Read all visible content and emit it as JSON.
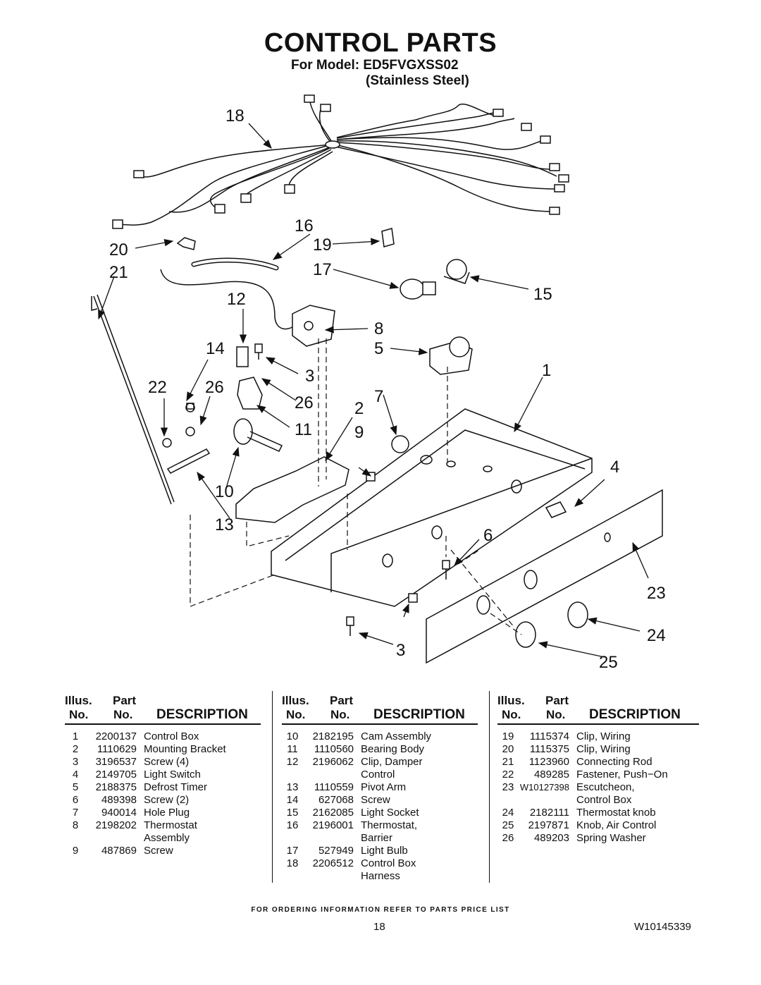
{
  "title": "CONTROL PARTS",
  "model_line": "For Model: ED5FVGXSS02",
  "model_finish": "(Stainless Steel)",
  "callouts": [
    "18",
    "16",
    "20",
    "19",
    "21",
    "17",
    "15",
    "12",
    "8",
    "14",
    "5",
    "3",
    "1",
    "22",
    "26",
    "7",
    "26",
    "2",
    "11",
    "9",
    "4",
    "10",
    "13",
    "6",
    "23",
    "24",
    "3",
    "25"
  ],
  "table": {
    "header": {
      "illus": "Illus.",
      "part": "Part",
      "no1": "No.",
      "no2": "No.",
      "description": "DESCRIPTION"
    },
    "columns": [
      [
        {
          "no": "1",
          "part": "2200137",
          "desc": "Control Box"
        },
        {
          "no": "2",
          "part": "1110629",
          "desc": "Mounting Bracket"
        },
        {
          "no": "3",
          "part": "3196537",
          "desc": "Screw (4)"
        },
        {
          "no": "4",
          "part": "2149705",
          "desc": "Light Switch"
        },
        {
          "no": "5",
          "part": "2188375",
          "desc": "Defrost Timer"
        },
        {
          "no": "6",
          "part": "489398",
          "desc": "Screw (2)"
        },
        {
          "no": "7",
          "part": "940014",
          "desc": "Hole Plug"
        },
        {
          "no": "8",
          "part": "2198202",
          "desc": "Thermostat"
        },
        {
          "no": "",
          "part": "",
          "desc": "Assembly"
        },
        {
          "no": "9",
          "part": "487869",
          "desc": "Screw"
        }
      ],
      [
        {
          "no": "10",
          "part": "2182195",
          "desc": "Cam Assembly"
        },
        {
          "no": "11",
          "part": "1110560",
          "desc": "Bearing Body"
        },
        {
          "no": "12",
          "part": "2196062",
          "desc": "Clip, Damper"
        },
        {
          "no": "",
          "part": "",
          "desc": "Control"
        },
        {
          "no": "13",
          "part": "1110559",
          "desc": "Pivot Arm"
        },
        {
          "no": "14",
          "part": "627068",
          "desc": "Screw"
        },
        {
          "no": "15",
          "part": "2162085",
          "desc": "Light Socket"
        },
        {
          "no": "16",
          "part": "2196001",
          "desc": "Thermostat,"
        },
        {
          "no": "",
          "part": "",
          "desc": "Barrier"
        },
        {
          "no": "17",
          "part": "527949",
          "desc": "Light Bulb"
        },
        {
          "no": "18",
          "part": "2206512",
          "desc": "Control Box"
        },
        {
          "no": "",
          "part": "",
          "desc": "Harness"
        }
      ],
      [
        {
          "no": "19",
          "part": "1115374",
          "desc": "Clip, Wiring"
        },
        {
          "no": "20",
          "part": "1115375",
          "desc": "Clip, Wiring"
        },
        {
          "no": "21",
          "part": "1123960",
          "desc": "Connecting Rod"
        },
        {
          "no": "22",
          "part": "489285",
          "desc": "Fastener, Push−On"
        },
        {
          "no": "23",
          "part": "W10127398",
          "desc": "Escutcheon,"
        },
        {
          "no": "",
          "part": "",
          "desc": "Control Box"
        },
        {
          "no": "24",
          "part": "2182111",
          "desc": "Thermostat knob"
        },
        {
          "no": "25",
          "part": "2197871",
          "desc": "Knob, Air Control"
        },
        {
          "no": "26",
          "part": "489203",
          "desc": "Spring Washer"
        }
      ]
    ]
  },
  "footer": "FOR ORDERING INFORMATION REFER TO PARTS PRICE LIST",
  "page_number": "18",
  "doc_number": "W10145339"
}
